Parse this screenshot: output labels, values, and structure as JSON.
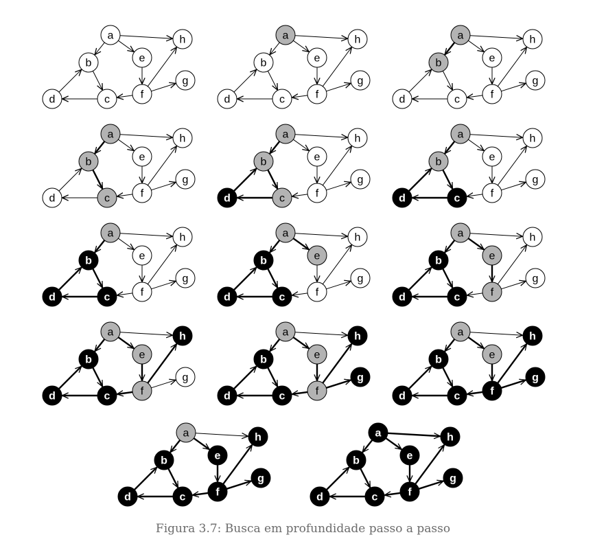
{
  "caption": "Figura 3.7: Busca em profundidade passo a passo",
  "colors": {
    "white": "#ffffff",
    "gray": "#b3b3b3",
    "black": "#000000",
    "edge": "#000000",
    "caption": "#6b6b6b"
  },
  "graph": {
    "nodes": [
      "a",
      "b",
      "c",
      "d",
      "e",
      "f",
      "g",
      "h"
    ],
    "edges": [
      {
        "from": "a",
        "to": "b"
      },
      {
        "from": "a",
        "to": "e"
      },
      {
        "from": "a",
        "to": "h"
      },
      {
        "from": "b",
        "to": "c"
      },
      {
        "from": "d",
        "to": "b"
      },
      {
        "from": "c",
        "to": "d"
      },
      {
        "from": "e",
        "to": "f"
      },
      {
        "from": "f",
        "to": "c"
      },
      {
        "from": "f",
        "to": "h"
      },
      {
        "from": "f",
        "to": "g"
      }
    ]
  },
  "steps": [
    {
      "node_colors": {
        "a": "white",
        "b": "white",
        "c": "white",
        "d": "white",
        "e": "white",
        "f": "white",
        "g": "white",
        "h": "white"
      },
      "bold_edges": []
    },
    {
      "node_colors": {
        "a": "gray",
        "b": "white",
        "c": "white",
        "d": "white",
        "e": "white",
        "f": "white",
        "g": "white",
        "h": "white"
      },
      "bold_edges": []
    },
    {
      "node_colors": {
        "a": "gray",
        "b": "gray",
        "c": "white",
        "d": "white",
        "e": "white",
        "f": "white",
        "g": "white",
        "h": "white"
      },
      "bold_edges": [
        "a-b"
      ]
    },
    {
      "node_colors": {
        "a": "gray",
        "b": "gray",
        "c": "gray",
        "d": "white",
        "e": "white",
        "f": "white",
        "g": "white",
        "h": "white"
      },
      "bold_edges": [
        "a-b",
        "b-c"
      ]
    },
    {
      "node_colors": {
        "a": "gray",
        "b": "gray",
        "c": "gray",
        "d": "black",
        "e": "white",
        "f": "white",
        "g": "white",
        "h": "white"
      },
      "bold_edges": [
        "a-b",
        "b-c",
        "c-d",
        "d-b"
      ]
    },
    {
      "node_colors": {
        "a": "gray",
        "b": "gray",
        "c": "black",
        "d": "black",
        "e": "white",
        "f": "white",
        "g": "white",
        "h": "white"
      },
      "bold_edges": [
        "a-b",
        "b-c",
        "c-d",
        "d-b"
      ]
    },
    {
      "node_colors": {
        "a": "gray",
        "b": "black",
        "c": "black",
        "d": "black",
        "e": "white",
        "f": "white",
        "g": "white",
        "h": "white"
      },
      "bold_edges": [
        "a-b",
        "b-c",
        "c-d",
        "d-b"
      ]
    },
    {
      "node_colors": {
        "a": "gray",
        "b": "black",
        "c": "black",
        "d": "black",
        "e": "gray",
        "f": "white",
        "g": "white",
        "h": "white"
      },
      "bold_edges": [
        "a-b",
        "b-c",
        "c-d",
        "d-b",
        "a-e"
      ]
    },
    {
      "node_colors": {
        "a": "gray",
        "b": "black",
        "c": "black",
        "d": "black",
        "e": "gray",
        "f": "gray",
        "g": "white",
        "h": "white"
      },
      "bold_edges": [
        "a-b",
        "b-c",
        "c-d",
        "d-b",
        "a-e",
        "e-f"
      ]
    },
    {
      "node_colors": {
        "a": "gray",
        "b": "black",
        "c": "black",
        "d": "black",
        "e": "gray",
        "f": "gray",
        "g": "white",
        "h": "black"
      },
      "bold_edges": [
        "a-b",
        "b-c",
        "c-d",
        "d-b",
        "a-e",
        "e-f",
        "f-c",
        "f-h"
      ]
    },
    {
      "node_colors": {
        "a": "gray",
        "b": "black",
        "c": "black",
        "d": "black",
        "e": "gray",
        "f": "gray",
        "g": "black",
        "h": "black"
      },
      "bold_edges": [
        "a-b",
        "b-c",
        "c-d",
        "d-b",
        "a-e",
        "e-f",
        "f-c",
        "f-h",
        "f-g"
      ]
    },
    {
      "node_colors": {
        "a": "gray",
        "b": "black",
        "c": "black",
        "d": "black",
        "e": "gray",
        "f": "black",
        "g": "black",
        "h": "black"
      },
      "bold_edges": [
        "a-b",
        "b-c",
        "c-d",
        "d-b",
        "a-e",
        "e-f",
        "f-c",
        "f-h",
        "f-g"
      ]
    },
    {
      "node_colors": {
        "a": "gray",
        "b": "black",
        "c": "black",
        "d": "black",
        "e": "black",
        "f": "black",
        "g": "black",
        "h": "black"
      },
      "bold_edges": [
        "a-b",
        "b-c",
        "c-d",
        "d-b",
        "a-e",
        "e-f",
        "f-c",
        "f-h",
        "f-g"
      ]
    },
    {
      "node_colors": {
        "a": "black",
        "b": "black",
        "c": "black",
        "d": "black",
        "e": "black",
        "f": "black",
        "g": "black",
        "h": "black"
      },
      "bold_edges": [
        "a-b",
        "b-c",
        "c-d",
        "d-b",
        "a-e",
        "e-f",
        "f-c",
        "f-h",
        "f-g",
        "a-h"
      ]
    }
  ]
}
